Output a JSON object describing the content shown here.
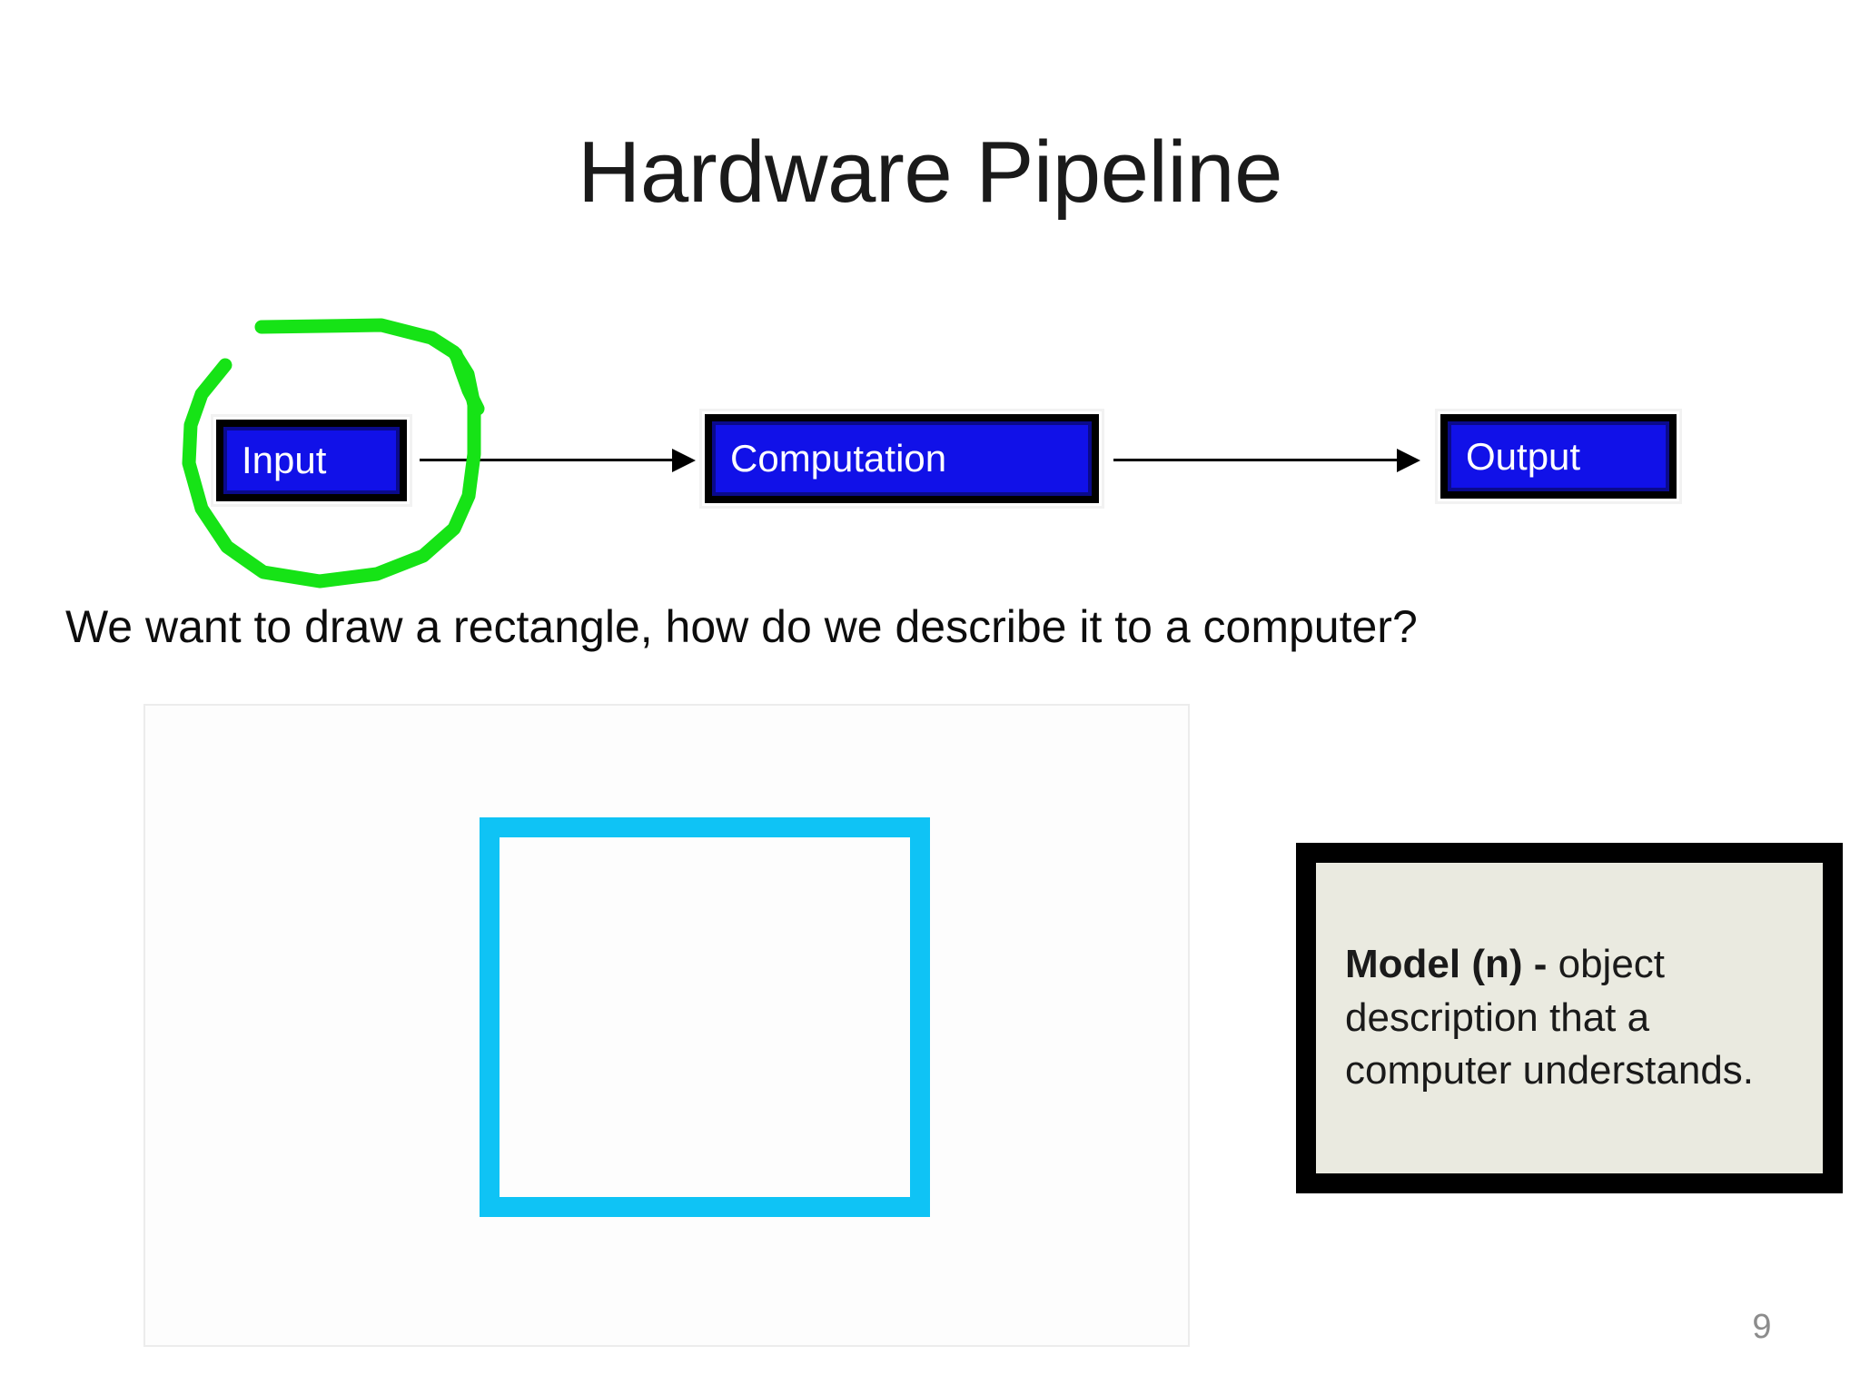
{
  "slide": {
    "title": "Hardware Pipeline",
    "page_number": "9",
    "background_color": "#ffffff"
  },
  "pipeline": {
    "stages": [
      {
        "label": "Input",
        "fill_color": "#1111E8",
        "text_color": "#ffffff",
        "annotated": true
      },
      {
        "label": "Computation",
        "fill_color": "#1111E8",
        "text_color": "#ffffff",
        "annotated": false
      },
      {
        "label": "Output",
        "fill_color": "#1111E8",
        "text_color": "#ffffff",
        "annotated": false
      }
    ],
    "connectors": [
      {
        "from": "Input",
        "to": "Computation",
        "style": "arrow",
        "color": "#000000"
      },
      {
        "from": "Computation",
        "to": "Output",
        "style": "arrow",
        "color": "#000000"
      }
    ]
  },
  "annotation": {
    "shape": "hand-drawn-circle",
    "color": "#16E316",
    "target": "Input",
    "stroke_width": 14
  },
  "body": {
    "question": "We want to draw a rectangle, how do we describe it to a computer?"
  },
  "figure": {
    "panel_border_color": "#ececec",
    "rectangle": {
      "label": "rectangle-outline",
      "stroke_color": "#0FC3F5",
      "stroke_width": 22,
      "fill": "none"
    }
  },
  "definition": {
    "term": "Model (n) -",
    "text": " object description that a computer understands.",
    "full_text": "Model (n) - object description that a computer understands.",
    "background_color": "#EAEAE0",
    "border_color": "#000000"
  }
}
